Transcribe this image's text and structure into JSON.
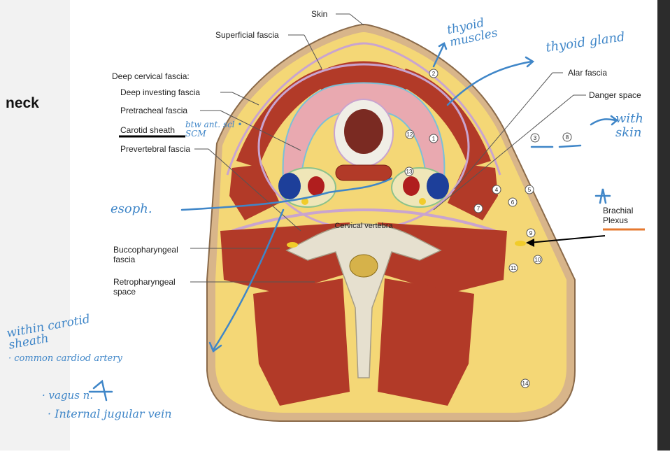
{
  "slide": {
    "title": "neck"
  },
  "labels": {
    "skin": "Skin",
    "superficial_fascia": "Superficial fascia",
    "deep_cervical_fascia": "Deep cervical fascia:",
    "deep_investing_fascia": "Deep investing fascia",
    "pretracheal_fascia": "Pretracheal fascia",
    "carotid_sheath": "Carotid sheath",
    "prevertebral_fascia": "Prevertebral fascia",
    "alar_fascia": "Alar fascia",
    "danger_space": "Danger space",
    "brachial_plexus": "Brachial Plexus",
    "buccopharyngeal_fascia": "Buccopharyngeal fascia",
    "retropharyngeal_space": "Retropharyngeal space",
    "cervical_vertebra": "Cervical vertebra"
  },
  "numbers": [
    "1",
    "2",
    "3",
    "4",
    "5",
    "6",
    "7",
    "8",
    "9",
    "10",
    "11",
    "12",
    "13",
    "14"
  ],
  "annotations": {
    "thyroid_muscles": "thyoid muscles",
    "thyroid_gland": "thyoid gland",
    "carotid_note": "btw ant. scl • SCM",
    "with_skin": "with skin",
    "esoph": "esoph.",
    "within": "within carotid sheath",
    "common": "· common cardiod artery",
    "vagus": "· vagus n.",
    "ijv": "· Internal jugular vein"
  },
  "colors": {
    "muscle": "#b23a28",
    "fat": "#f4d776",
    "fascia": "#c9a4cf",
    "thyroid": "#e9a9b0",
    "bone": "#e6e0cf",
    "vein": "#1d3f9a",
    "artery": "#b01e1e",
    "nerve": "#f1cc2a",
    "ink": "#3f86c8"
  }
}
